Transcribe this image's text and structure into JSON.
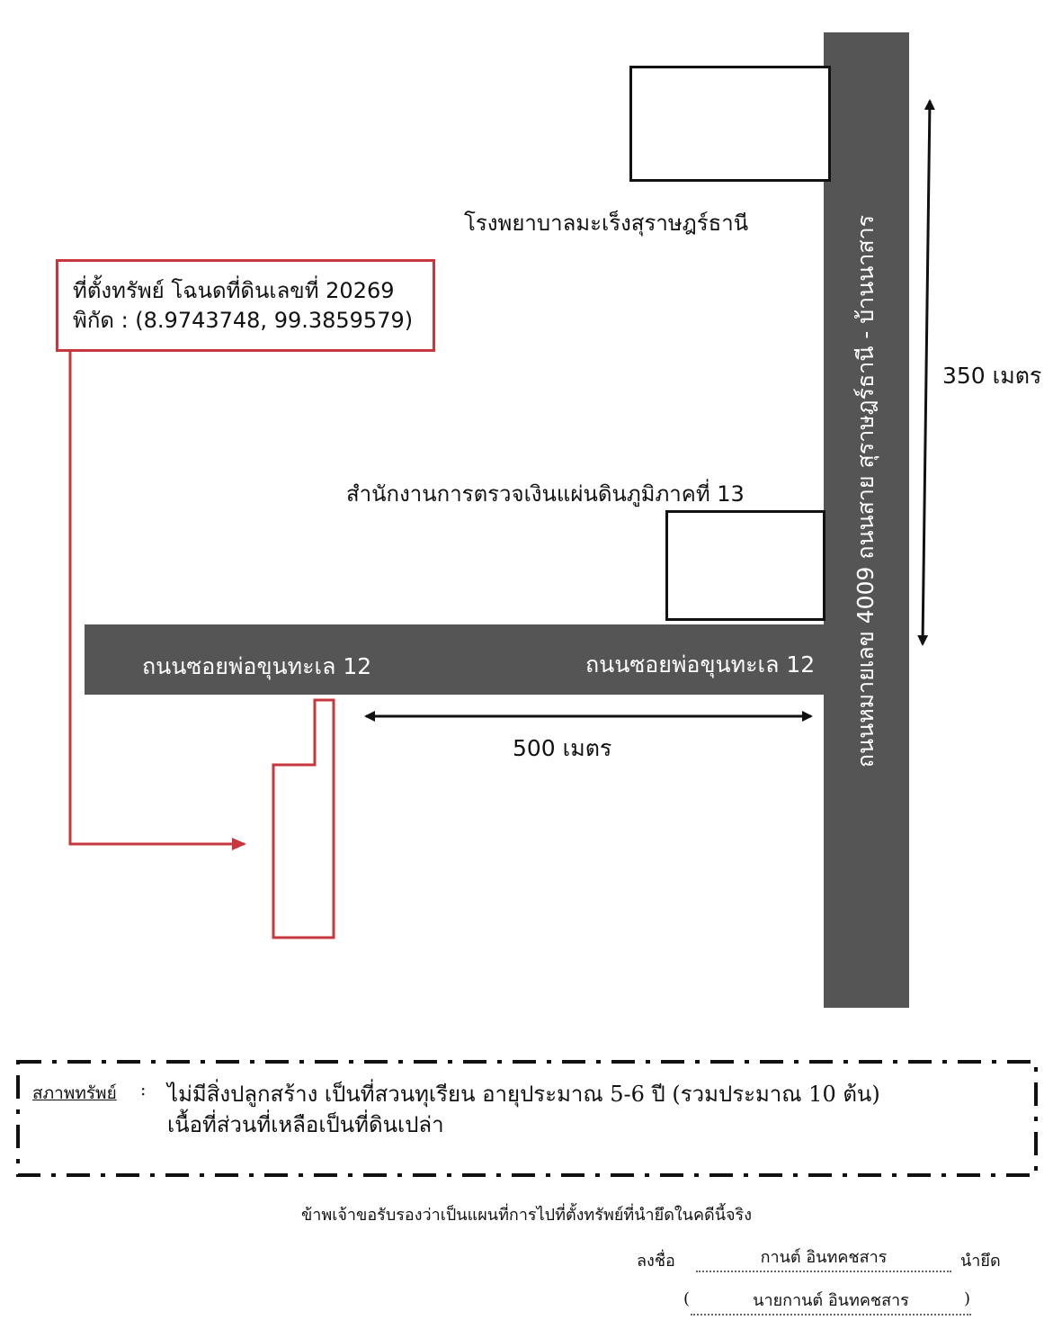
{
  "landmarks": {
    "hospital": "โรงพยาบาลมะเร็งสุราษฎร์ธานี",
    "audit_office": "สำนักงานการตรวจเงินแผ่นดินภูมิภาคที่ 13"
  },
  "roads": {
    "main_road": "ถนนหมายเลข 4009 ถนนสาย สุราษฎร์ธานี - บ้านนาสาร",
    "soi_left": "ถนนซอยพ่อขุนทะเล 12",
    "soi_right": "ถนนซอยพ่อขุนทะเล 12"
  },
  "distances": {
    "vertical": "350 เมตร",
    "horizontal": "500 เมตร"
  },
  "property": {
    "title": "ที่ตั้งทรัพย์ โฉนดที่ดินเลขที่ 20269",
    "coords": "พิกัด : (8.9743748, 99.3859579)"
  },
  "legend": {
    "label": "สภาพทรัพย์",
    "colon": ":",
    "line1": "ไม่มีสิ่งปลูกสร้าง เป็นที่สวนทุเรียน อายุประมาณ 5-6 ปี (รวมประมาณ 10 ต้น)",
    "line2": "เนื้อที่ส่วนที่เหลือเป็นที่ดินเปล่า"
  },
  "certification": {
    "statement": "ข้าพเจ้าขอรับรองว่าเป็นแผนที่การไปที่ตั้งทรัพย์ที่นำยึดในคดีนี้จริง",
    "sign_label": "ลงชื่อ",
    "signature": "กานต์ อินทคชสาร",
    "role": "นำยึด",
    "paren_open": "(",
    "printed_name": "นายกานต์ อินทคชสาร",
    "paren_close": ")"
  },
  "colors": {
    "road": "#555555",
    "property": "#c8373b",
    "outline": "#111111"
  }
}
